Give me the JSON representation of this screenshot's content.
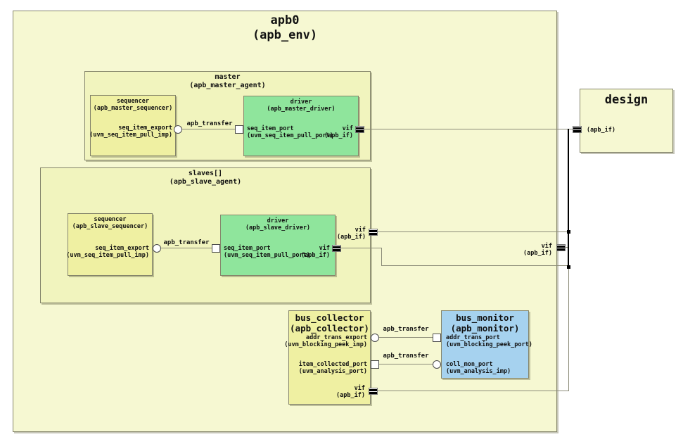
{
  "colors": {
    "env_fill": "#f6f8d2",
    "agent_fill": "#f1f4be",
    "sequencer_fill": "#eff0a2",
    "collector_fill": "#eff0a2",
    "driver_fill": "#8fe59c",
    "monitor_fill": "#a6d2ef",
    "design_fill": "#f6f8d2",
    "box_border": "#84846a",
    "wire": "#8b8b78",
    "trunk_wire": "#000000"
  },
  "env": {
    "title": "apb0",
    "subtitle": "(apb_env)",
    "vif_label": "vif",
    "vif_type": "(apb_if)"
  },
  "design": {
    "title": "design",
    "port_type": "(apb_if)"
  },
  "master_agent": {
    "title": "master",
    "subtitle": "(apb_master_agent)",
    "connection_label": "apb_transfer",
    "sequencer": {
      "title": "sequencer",
      "subtitle": "(apb_master_sequencer)",
      "port_label": "seq_item_export",
      "port_type": "(uvm_seq_item_pull_imp)"
    },
    "driver": {
      "title": "driver",
      "subtitle": "(apb_master_driver)",
      "port_label": "seq_item_port",
      "port_type": "(uvm_seq_item_pull_port)",
      "vif_label": "vif",
      "vif_type": "(apb_if)"
    }
  },
  "slave_agent": {
    "title": "slaves[]",
    "subtitle": "(apb_slave_agent)",
    "connection_label": "apb_transfer",
    "vif_label": "vif",
    "vif_type": "(apb_if)",
    "sequencer": {
      "title": "sequencer",
      "subtitle": "(apb_slave_sequencer)",
      "port_label": "seq_item_export",
      "port_type": "(uvm_seq_item_pull_imp)"
    },
    "driver": {
      "title": "driver",
      "subtitle": "(apb_slave_driver)",
      "port_label": "seq_item_port",
      "port_type": "(uvm_seq_item_pull_port)",
      "vif_label": "vif",
      "vif_type": "(apb_if)"
    }
  },
  "collector": {
    "title": "bus_collector",
    "subtitle": "(apb_collector)",
    "port1_label": "addr_trans_export",
    "port1_type": "(uvm_blocking_peek_imp)",
    "port2_label": "item_collected_port",
    "port2_type": "(uvm_analysis_port)",
    "vif_label": "vif",
    "vif_type": "(apb_if)",
    "connection1_label": "apb_transfer",
    "connection2_label": "apb_transfer"
  },
  "monitor": {
    "title": "bus_monitor",
    "subtitle": "(apb_monitor)",
    "port1_label": "addr_trans_port",
    "port1_type": "(uvm_blocking_peek_port)",
    "port2_label": "coll_mon_port",
    "port2_type": "(uvm_analysis_imp)"
  }
}
